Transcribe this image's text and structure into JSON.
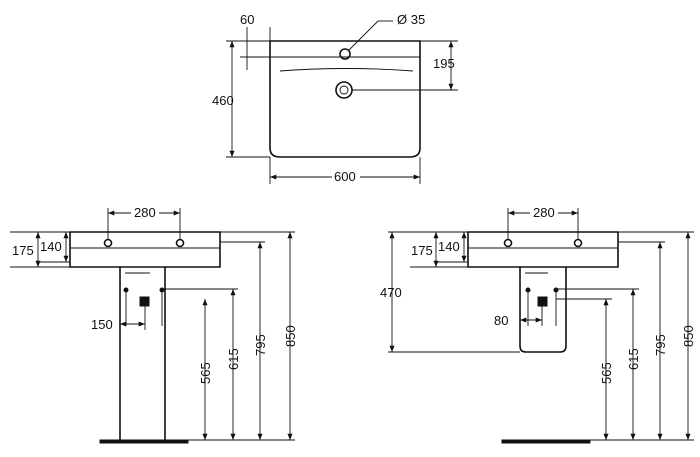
{
  "top_view": {
    "dim_tap_offset": "60",
    "dim_tap_diameter": "Ø 35",
    "dim_tap_depth": "195",
    "dim_depth": "460",
    "dim_width": "600"
  },
  "pedestal_view": {
    "dim_tap_spacing": "280",
    "dim_rim_height": "175",
    "dim_hole_height": "140",
    "dim_trap_offset": "150",
    "dim_565": "565",
    "dim_615": "615",
    "dim_795": "795",
    "dim_850": "850"
  },
  "semi_pedestal_view": {
    "dim_tap_spacing": "280",
    "dim_rim_height": "175",
    "dim_hole_height": "140",
    "dim_semi_height": "470",
    "dim_trap_offset": "80",
    "dim_565": "565",
    "dim_615": "615",
    "dim_795": "795",
    "dim_850": "850"
  }
}
